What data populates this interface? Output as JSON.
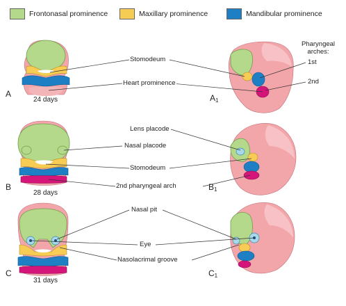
{
  "legend": [
    {
      "label": "Frontonasal prominence",
      "color": "#b5d98a"
    },
    {
      "label": "Maxillary prominence",
      "color": "#f7cc55"
    },
    {
      "label": "Mandibular prominence",
      "color": "#1f7fc4"
    }
  ],
  "colors": {
    "skin": "#f2a6aa",
    "skin_dark": "#e88890",
    "skin_light": "#f9cdd0",
    "heart": "#d6157a",
    "lens": "#a9d8ea",
    "stomodeum": "#ffffff"
  },
  "panels": {
    "A": {
      "letter": "A",
      "days": "24 days"
    },
    "A1": {
      "letter": "A",
      "sub": "1"
    },
    "B": {
      "letter": "B",
      "days": "28 days"
    },
    "B1": {
      "letter": "B",
      "sub": "1"
    },
    "C": {
      "letter": "C",
      "days": "31 days"
    },
    "C1": {
      "letter": "C",
      "sub": "1"
    }
  },
  "labels": {
    "stomodeum_a": "Stomodeum",
    "heart_prominence": "Heart prominence",
    "pharyngeal_arches": "Pharyngeal arches:",
    "first_arch": "1st",
    "second_arch": "2nd",
    "lens_placode": "Lens placode",
    "nasal_placode": "Nasal placode",
    "stomodeum_b": "Stomodeum",
    "second_pharyngeal_arch": "2nd pharyngeal arch",
    "nasal_pit": "Nasal pit",
    "eye": "Eye",
    "nasolacrimal_groove": "Nasolacrimal groove"
  }
}
